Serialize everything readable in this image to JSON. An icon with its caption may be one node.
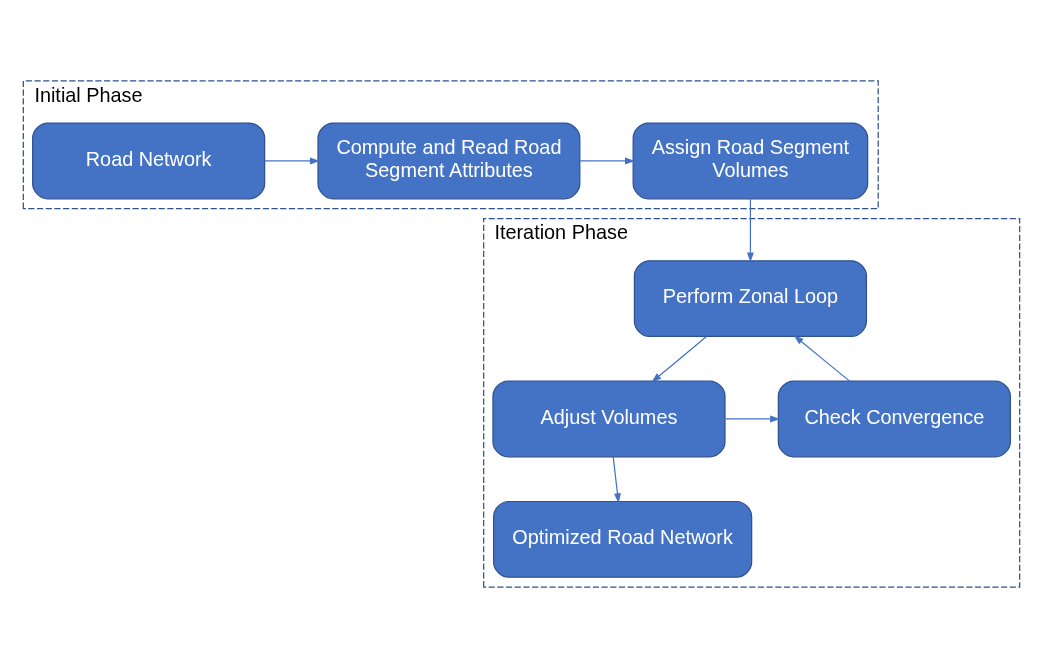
{
  "diagram": {
    "nodes": [
      {
        "text": [
          "Initial Phase"
        ]
      },
      {
        "text": [
          "Road Network"
        ],
        "in": 0
      },
      {
        "text": [
          "Compute and Read Road Segment Attributes"
        ],
        "in": 0
      },
      {
        "text": [
          "Assign Road Segment Volumes"
        ],
        "in": 0
      },
      {
        "text": [
          "Iteration Phase"
        ]
      },
      {
        "text": [
          "Perform Zonal Loop"
        ],
        "in": 4
      },
      {
        "text": [
          "Check Convergence"
        ],
        "in": 4
      },
      {
        "text": [
          "Adjust Volumes"
        ],
        "in": 4
      },
      {
        "text": [
          "Optimized Road Network"
        ],
        "in": 4
      }
    ],
    "edges": [
      {
        "from": 1,
        "to": 2,
        "arrow": "to"
      },
      {
        "from": 2,
        "to": 3,
        "arrow": "to"
      },
      {
        "from": 3,
        "to": 5,
        "arrow": "to"
      },
      {
        "from": 5,
        "to": 7,
        "arrow": "to"
      },
      {
        "from": 7,
        "to": 6,
        "arrow": "to"
      },
      {
        "from": 6,
        "to": 5,
        "arrow": "to"
      },
      {
        "from": 7,
        "to": 8,
        "arrow": "to"
      }
    ]
  }
}
